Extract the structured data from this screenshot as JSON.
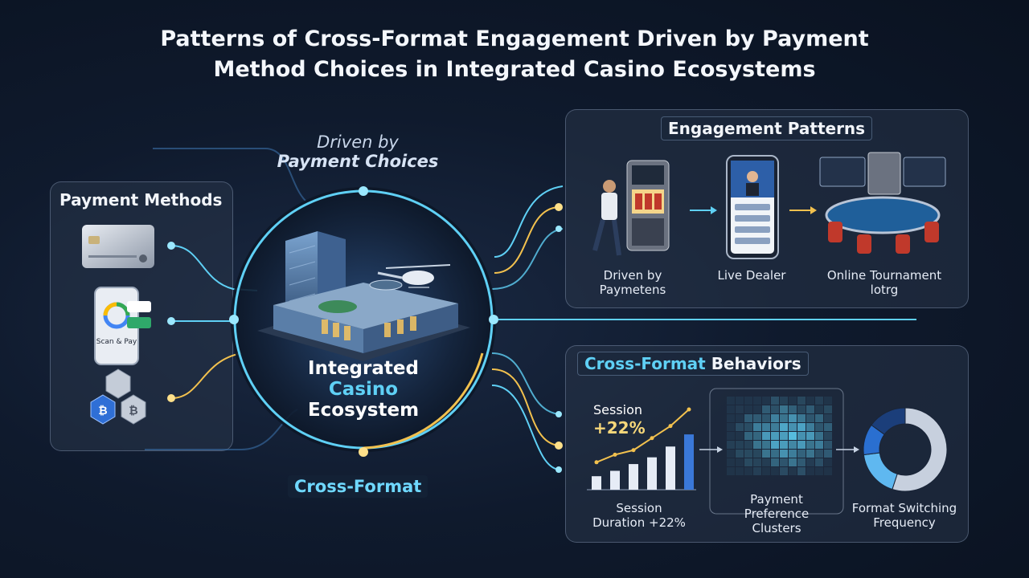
{
  "title": {
    "line1": "Patterns of Cross-Format Engagement Driven by Payment",
    "line2": "Method Choices in Integrated Casino Ecosystems"
  },
  "hub": {
    "driven_line1": "Driven by",
    "driven_line2": "Payment Choices",
    "center_line1": "Integrated",
    "center_line2": "Casino",
    "center_line3": "Ecosystem",
    "cross_format": "Cross-Format"
  },
  "payment_methods": {
    "title": "Payment Methods",
    "wallet_text": "Scan & Pay",
    "items": [
      "credit-card-icon",
      "mobile-wallet-icon",
      "crypto-coins-icon"
    ]
  },
  "engagement": {
    "title": "Engagement Patterns",
    "steps": [
      {
        "line1": "Driven by",
        "line2": "Paymetens"
      },
      {
        "line1": "Live Dealer",
        "line2": ""
      },
      {
        "line1": "Online Tournament",
        "line2": "lotrg"
      }
    ]
  },
  "behaviors": {
    "title_accent": "Cross-Format",
    "title_rest": " Behaviors",
    "session_label": "Session",
    "session_delta": "+22%",
    "caption1_line1": "Session",
    "caption1_line2": "Duration +22%",
    "caption2_line1": "Payment",
    "caption2_line2": "Preference",
    "caption2_line3": "Clusters",
    "caption3_line1": "Format Switching",
    "caption3_line2": "Frequency"
  },
  "colors": {
    "cyan": "#5fd0f5",
    "gold": "#f2c14e",
    "panel_bg": "#28344a",
    "bar": "#e6ecf6",
    "bar_blue": "#3a78d8"
  },
  "chart_data": {
    "type": "bar",
    "values": [
      1,
      1.4,
      1.9,
      2.4,
      3.2,
      4.1
    ],
    "trend": [
      1.5,
      2.0,
      2.3,
      3.1,
      3.9,
      5.0
    ]
  },
  "donut_data": [
    0.55,
    0.18,
    0.12,
    0.15
  ]
}
